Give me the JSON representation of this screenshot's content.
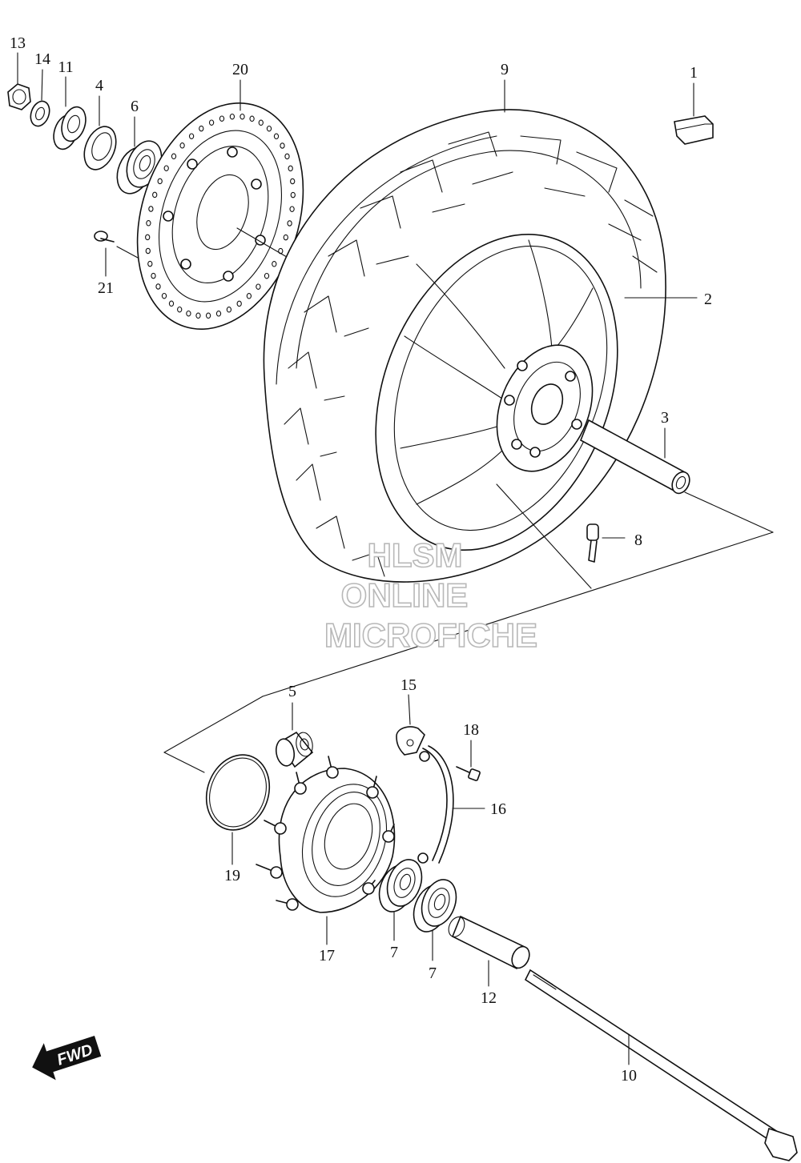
{
  "labels": {
    "p1": "1",
    "p2": "2",
    "p3": "3",
    "p4": "4",
    "p5": "5",
    "p6": "6",
    "p7a": "7",
    "p7b": "7",
    "p8": "8",
    "p9": "9",
    "p10": "10",
    "p11": "11",
    "p12": "12",
    "p13": "13",
    "p14": "14",
    "p15": "15",
    "p16": "16",
    "p17": "17",
    "p18": "18",
    "p19": "19",
    "p20": "20",
    "p21": "21"
  },
  "watermark": {
    "line1": "HLSM",
    "line2": "ONLINE",
    "line3": "MICROFICHE"
  },
  "fwd": {
    "label": "FWD"
  }
}
